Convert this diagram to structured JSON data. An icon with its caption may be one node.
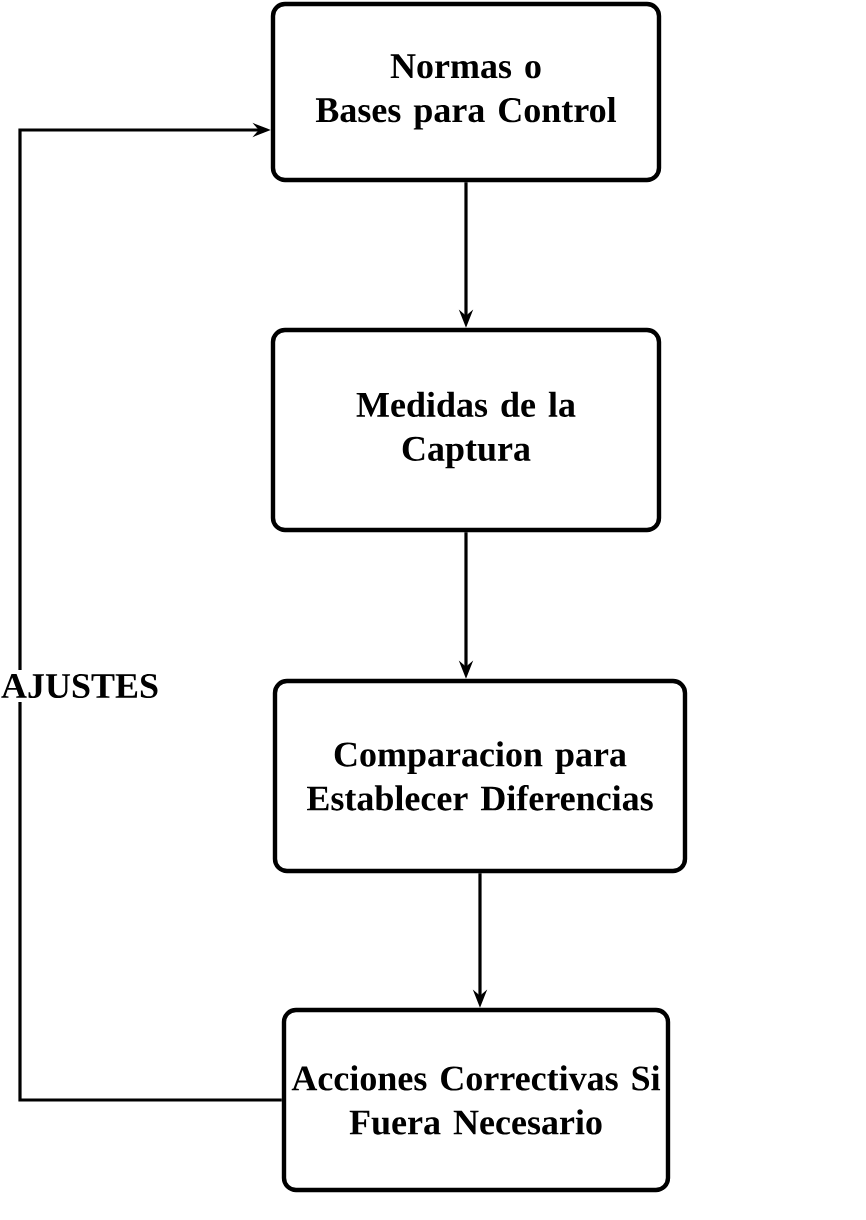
{
  "diagram": {
    "nodes": [
      {
        "text": [
          "Normas o Bases para Control"
        ]
      },
      {
        "text": [
          "Medidas de la Captura"
        ]
      },
      {
        "text": [
          "Comparacion para Establecer Diferencias"
        ]
      },
      {
        "text": [
          "Acciones Correctivas Si Fuera Necesario"
        ]
      }
    ],
    "edges": [
      {
        "from": 0,
        "to": 1,
        "arrow": "to"
      },
      {
        "from": 1,
        "to": 2,
        "arrow": "to"
      },
      {
        "from": 2,
        "to": 3,
        "arrow": "to"
      },
      {
        "from": 3,
        "to": 0,
        "arrow": "to",
        "label": "AJUSTES"
      }
    ]
  }
}
